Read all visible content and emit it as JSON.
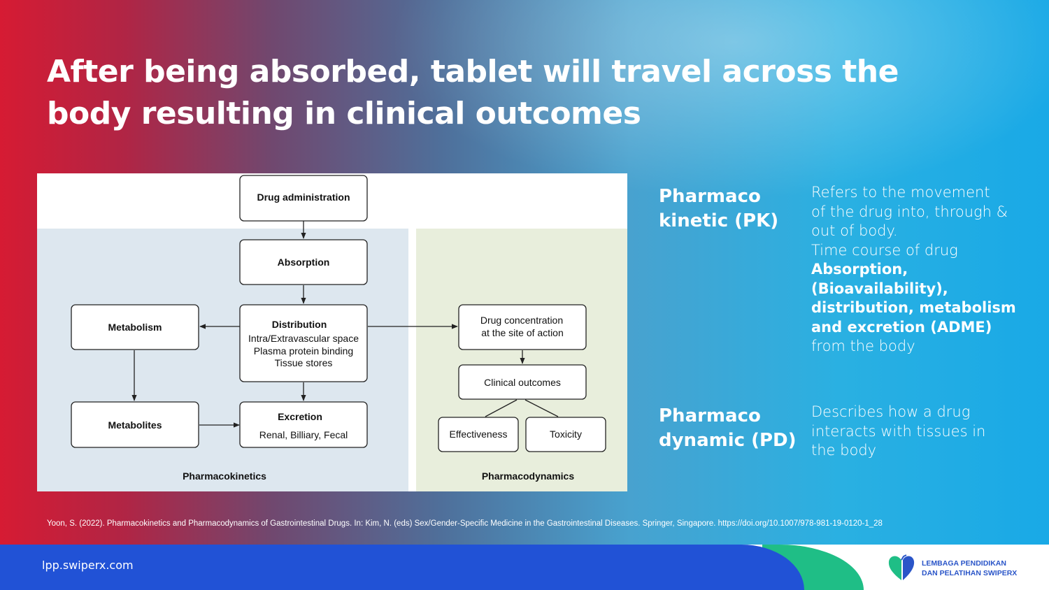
{
  "slide": {
    "title_line1": "After being absorbed, tablet will travel across the",
    "title_line2": "body resulting in clinical outcomes"
  },
  "diagram": {
    "drug_administration": "Drug administration",
    "absorption": "Absorption",
    "distribution": {
      "title": "Distribution",
      "line1": "Intra/Extravascular space",
      "line2": "Plasma protein binding",
      "line3": "Tissue stores"
    },
    "metabolism": "Metabolism",
    "metabolites": "Metabolites",
    "excretion": {
      "title": "Excretion",
      "detail": "Renal, Billiary, Fecal"
    },
    "drug_concentration": {
      "line1": "Drug concentration",
      "line2": "at the site of action"
    },
    "clinical_outcomes": "Clinical outcomes",
    "effectiveness": "Effectiveness",
    "toxicity": "Toxicity",
    "pk_panel_label": "Pharmacokinetics",
    "pd_panel_label": "Pharmacodynamics",
    "colors": {
      "pk_panel": "#dde7ef",
      "pd_panel": "#e8eedc"
    }
  },
  "pk": {
    "term_line1": "Pharmaco",
    "term_line2": "kinetic (PK)",
    "desc_line1": "Refers to the movement",
    "desc_line2": "of the drug into, through &",
    "desc_line3": "out of body.",
    "desc_line4": "Time course of drug",
    "desc_bold1": "Absorption,",
    "desc_bold2": "(Bioavailability),",
    "desc_bold3": "distribution, metabolism",
    "desc_bold4": "and excretion (ADME)",
    "desc_line5": "from the body"
  },
  "pd": {
    "term_line1": "Pharmaco",
    "term_line2": "dynamic (PD)",
    "desc_line1": "Describes how a drug",
    "desc_line2": "interacts with tissues in",
    "desc_line3": "the body"
  },
  "citation": "Yoon, S. (2022). Pharmacokinetics and Pharmacodynamics of Gastrointestinal Drugs. In: Kim, N. (eds) Sex/Gender-Specific Medicine in the Gastrointestinal Diseases. Springer, Singapore. https://doi.org/10.1007/978-981-19-0120-1_28",
  "footer": {
    "url": "lpp.swiperx.com",
    "logo_line1": "LEMBAGA PENDIDIKAN",
    "logo_line2": "DAN PELATIHAN SWIPERX",
    "logo_icon": "heart-leaf-icon",
    "colors": {
      "blue": "#2152d6",
      "green": "#1fbe86"
    }
  }
}
